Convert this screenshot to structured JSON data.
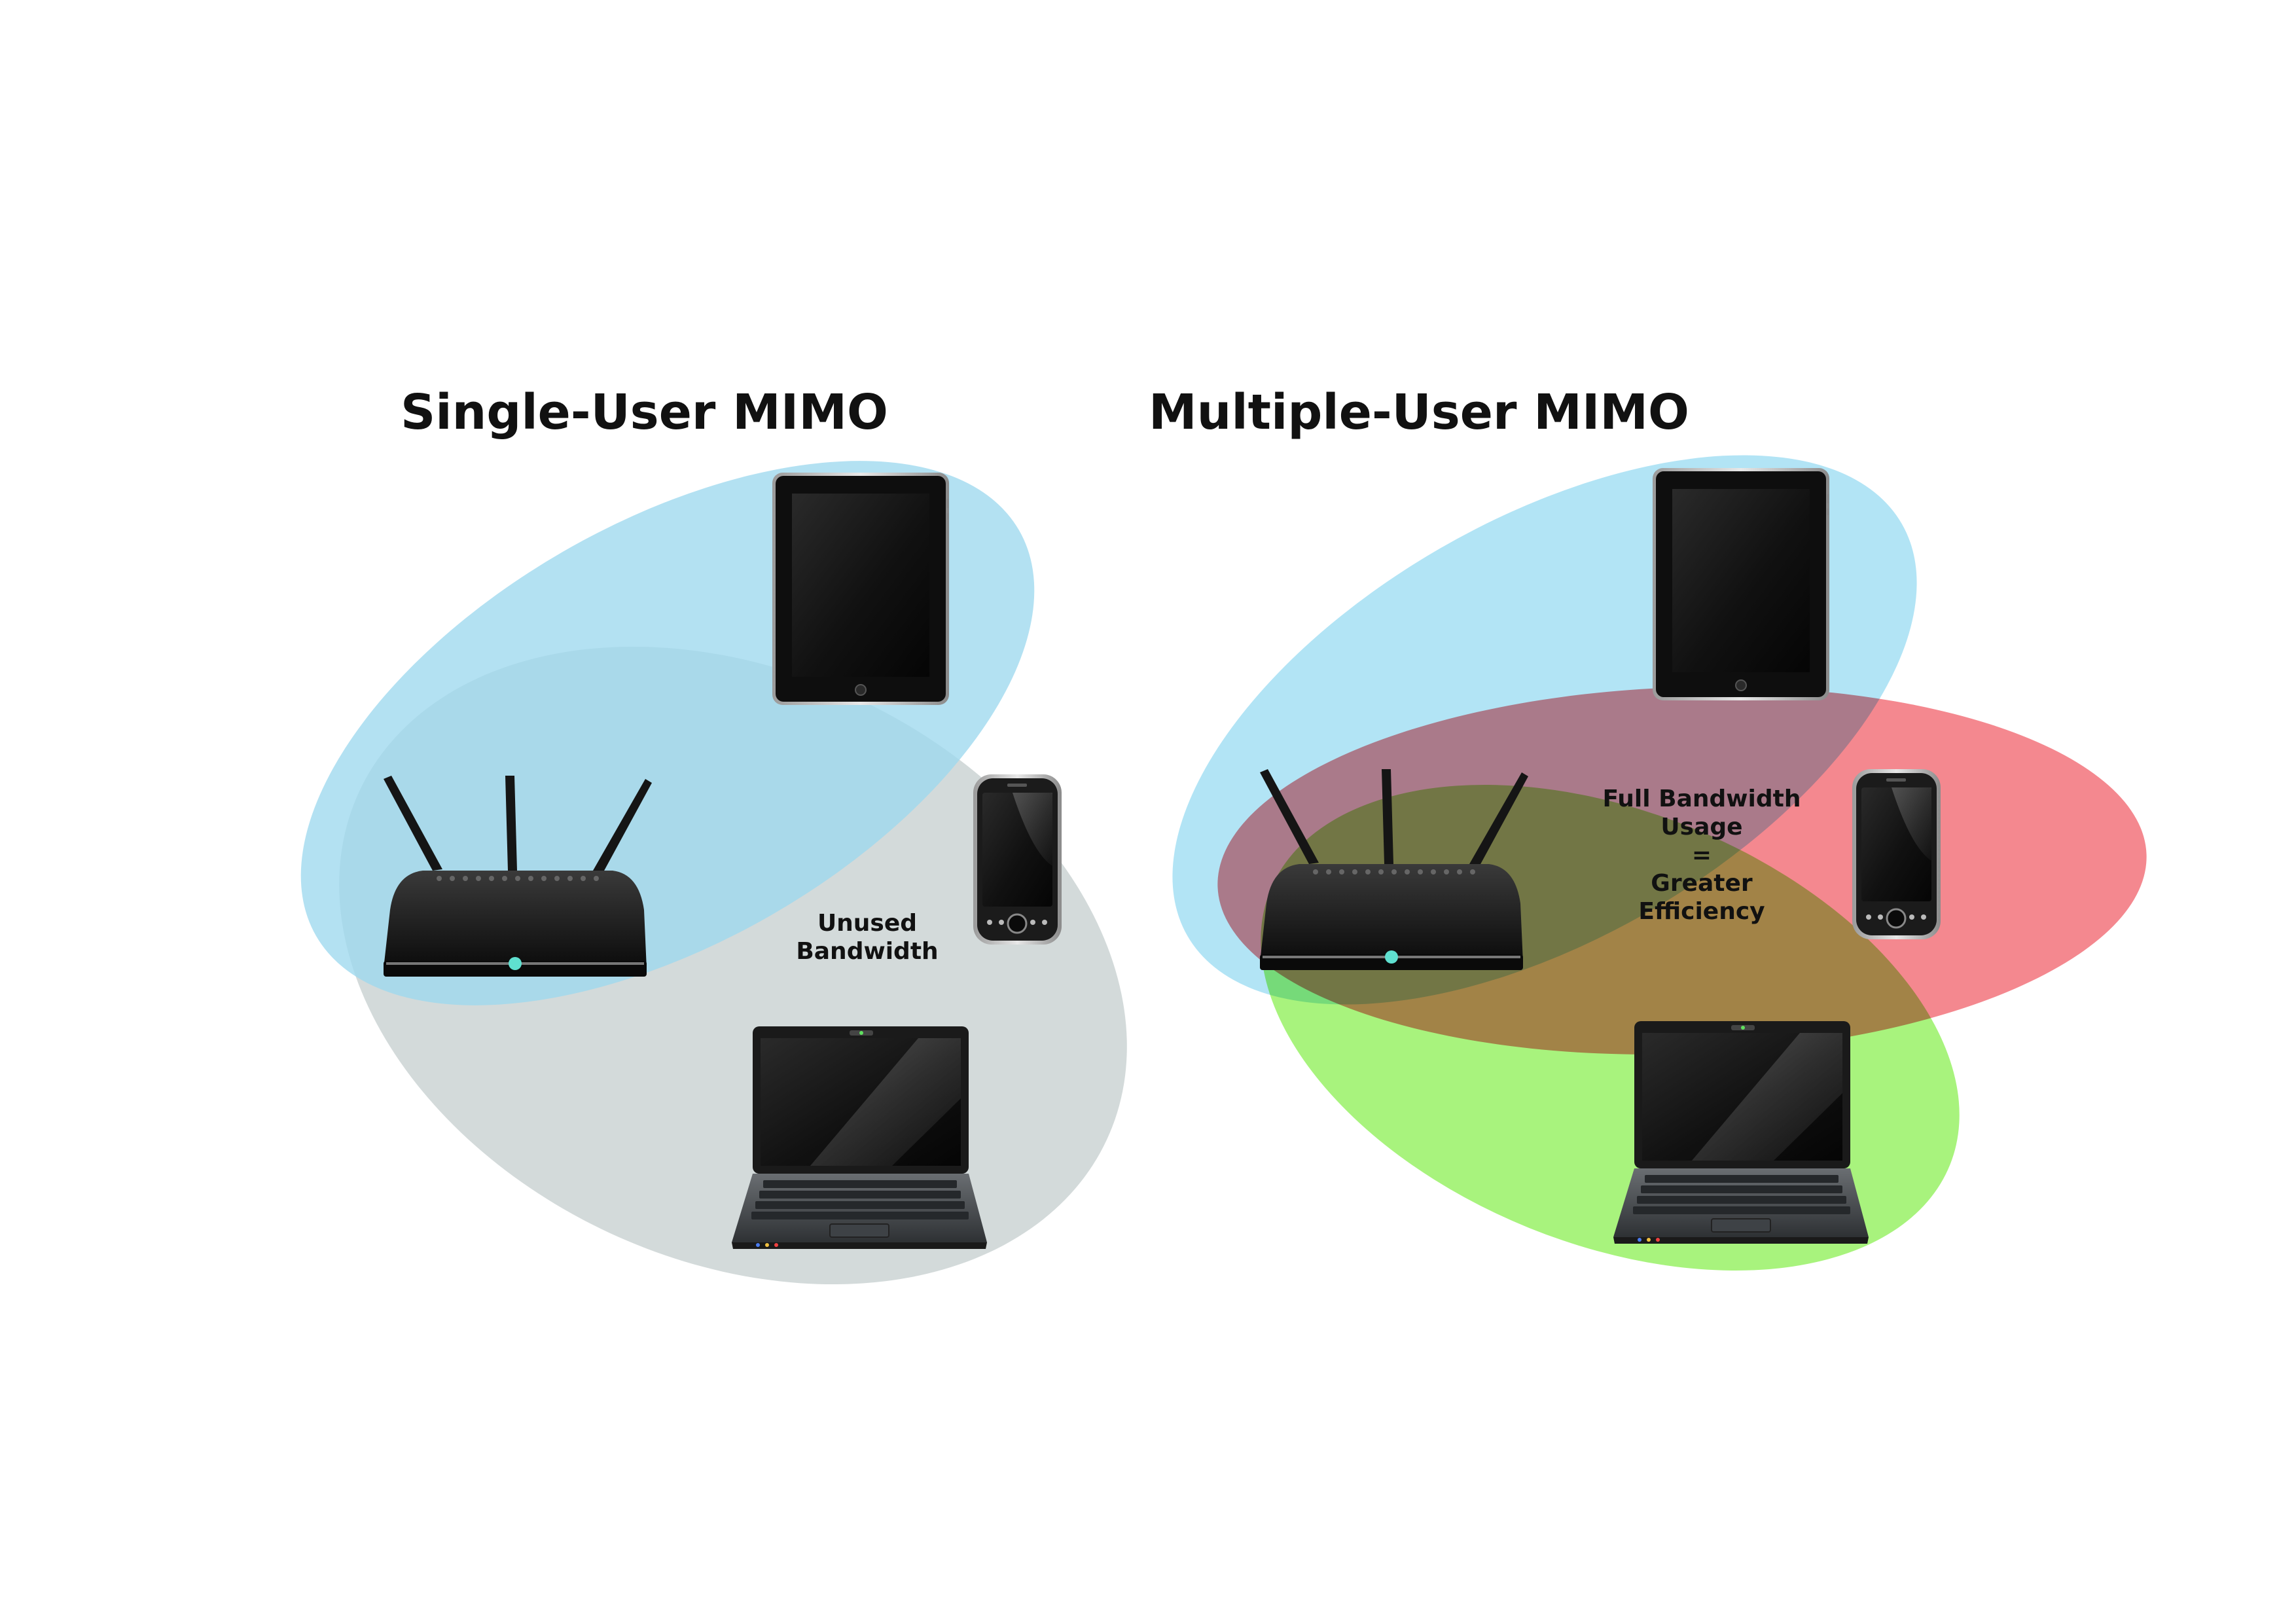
{
  "diagram": {
    "left_panel": {
      "title": "Single-User MIMO",
      "note_lines": [
        "Unused",
        "Bandwidth"
      ],
      "beam_colors": {
        "tablet": "#9ed8ee",
        "shared": "#c9d2d2"
      }
    },
    "right_panel": {
      "title": "Multiple-User MIMO",
      "note_lines": [
        "Full Bandwidth",
        "Usage",
        "=",
        "Greater",
        "Efficiency"
      ],
      "beam_colors": {
        "tablet": "#a7e0f4",
        "phone": "#f2787f",
        "laptop": "#9ef26f"
      }
    },
    "devices": [
      "router-icon",
      "tablet-icon",
      "smartphone-icon",
      "laptop-icon"
    ],
    "colors": {
      "device_body": "#1a1a1a",
      "router_led": "#5fe0d0",
      "title_text": "#111111"
    }
  }
}
